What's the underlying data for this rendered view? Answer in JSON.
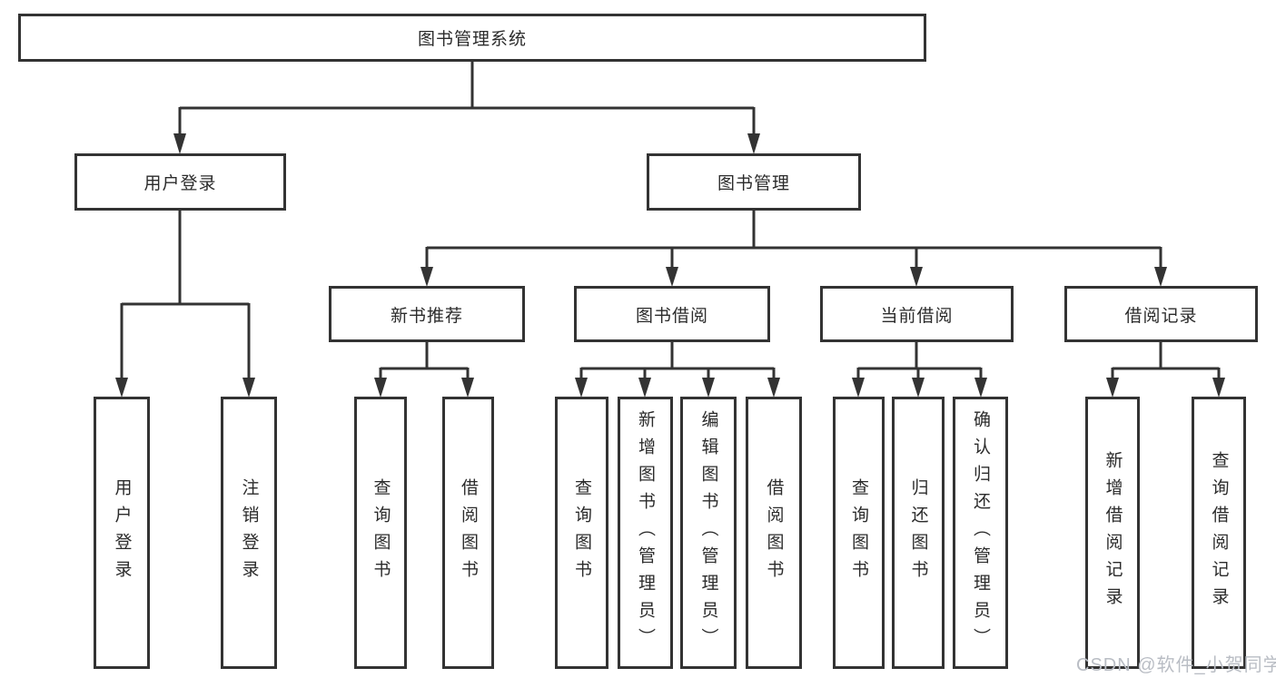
{
  "page": {
    "background": "#ffffff",
    "line_color": "#333333",
    "box_border_color": "#333333",
    "text_color": "#2b2b2b"
  },
  "diagram": {
    "type": "hierarchy-tree",
    "root": {
      "label": "图书管理系统"
    },
    "branches": [
      {
        "label": "用户登录",
        "children": [
          {
            "label": "用户登录"
          },
          {
            "label": "注销登录"
          }
        ]
      },
      {
        "label": "图书管理",
        "groups": [
          {
            "label": "新书推荐",
            "children": [
              {
                "label": "查询图书"
              },
              {
                "label": "借阅图书"
              }
            ]
          },
          {
            "label": "图书借阅",
            "children": [
              {
                "label": "查询图书"
              },
              {
                "label": "新增图书（管理员）"
              },
              {
                "label": "编辑图书（管理员）"
              },
              {
                "label": "借阅图书"
              }
            ]
          },
          {
            "label": "当前借阅",
            "children": [
              {
                "label": "查询图书"
              },
              {
                "label": "归还图书"
              },
              {
                "label": "确认归还（管理员）"
              }
            ]
          },
          {
            "label": "借阅记录",
            "children": [
              {
                "label": "新增借阅记录"
              },
              {
                "label": "查询借阅记录"
              }
            ]
          }
        ]
      }
    ]
  },
  "watermark": {
    "text": "CSDN @软件_小贺同学",
    "color": "#b9bdc4"
  }
}
